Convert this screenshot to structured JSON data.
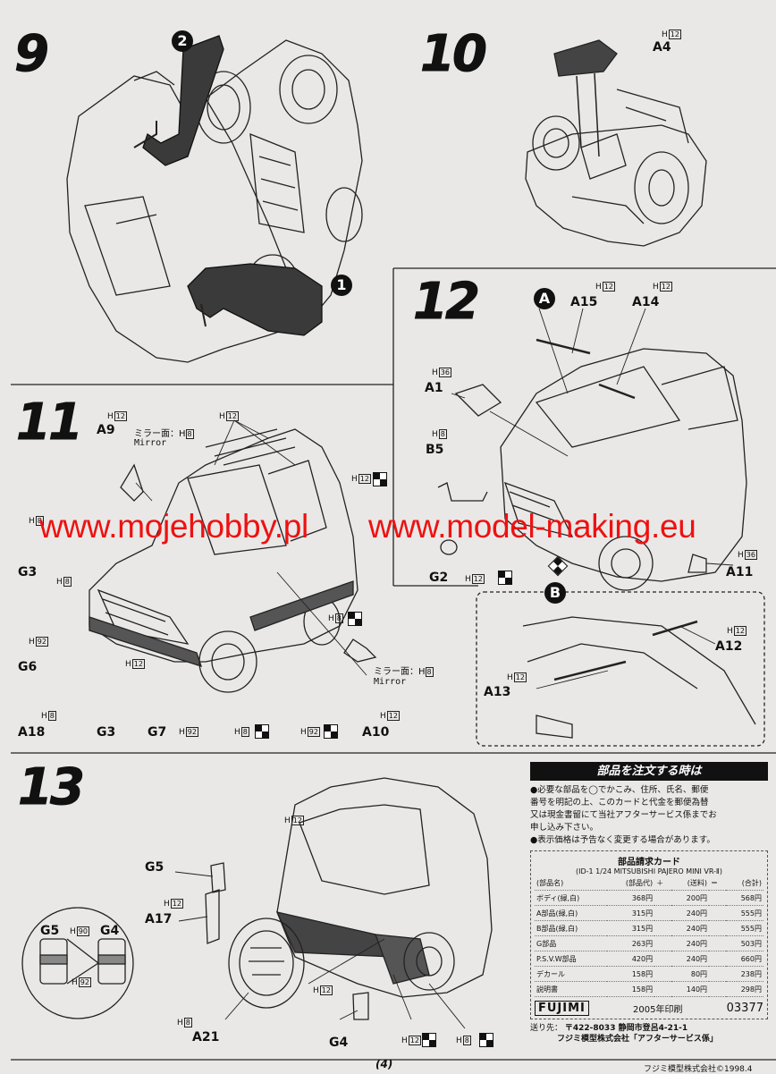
{
  "steps": {
    "s9": "9",
    "s10": "10",
    "s11": "11",
    "s12": "12",
    "s13": "13"
  },
  "callouts": {
    "c1": "1",
    "c2": "2",
    "cA": "A",
    "cB": "B"
  },
  "parts": {
    "A4": "A4",
    "A15": "A15",
    "A14": "A14",
    "A1": "A1",
    "B5": "B5",
    "G2": "G2",
    "A11": "A11",
    "A12": "A12",
    "A13": "A13",
    "A9": "A9",
    "G3a": "G3",
    "G6": "G6",
    "A18": "A18",
    "G3b": "G3",
    "G7": "G7",
    "A10": "A10",
    "G5": "G5",
    "A17": "A17",
    "G4": "G4",
    "A21": "A21",
    "G5b": "G5",
    "G4b": "G4"
  },
  "paint": {
    "H12": "12",
    "H36": "36",
    "H8": "8",
    "H92": "92",
    "H90": "90",
    "H": "H"
  },
  "mirror_label": {
    "jp": "ミラー面：H",
    "num": "8",
    "en": "Mirror"
  },
  "watermark": {
    "left": "www.mojehobby.pl",
    "right": "www.model-making.eu"
  },
  "order": {
    "title": "部品を注文する時は",
    "notes": [
      "●必要な部品を◯でかこみ、住所、氏名、郵便",
      "番号を明記の上、このカードと代金を郵便為替",
      "又は現金書留にて当社アフターサービス係までお",
      "申し込み下さい。",
      "●表示価格は予告なく変更する場合があります。"
    ],
    "card_title": "部品請求カード",
    "card_sub": "(ID-1 1/24 MITSUBISHI PAJERO MINI VR-Ⅱ)",
    "headers": [
      "(部品名)",
      "(部品代)",
      "＋",
      "(送料)",
      "＝",
      "(合計)"
    ],
    "rows": [
      [
        "ボディ(緑,白)",
        "368円",
        "200円",
        "568円"
      ],
      [
        "A部品(緑,白)",
        "315円",
        "240円",
        "555円"
      ],
      [
        "B部品(緑,白)",
        "315円",
        "240円",
        "555円"
      ],
      [
        "G部品",
        "263円",
        "240円",
        "503円"
      ],
      [
        "P.S.V.W部品",
        "420円",
        "240円",
        "660円"
      ],
      [
        "デカール",
        "158円",
        "80円",
        "238円"
      ],
      [
        "説明書",
        "158円",
        "140円",
        "298円"
      ]
    ],
    "brand": "FUJIMI",
    "print_year": "2005年印刷",
    "code": "03377",
    "address_label": "送り先：",
    "address": "〒422-8033 静岡市登呂4-21-1",
    "company": "フジミ模型株式会社「アフターサービス係」",
    "copyright": "フジミ模型株式会社©1998.4"
  },
  "page_number": "4"
}
